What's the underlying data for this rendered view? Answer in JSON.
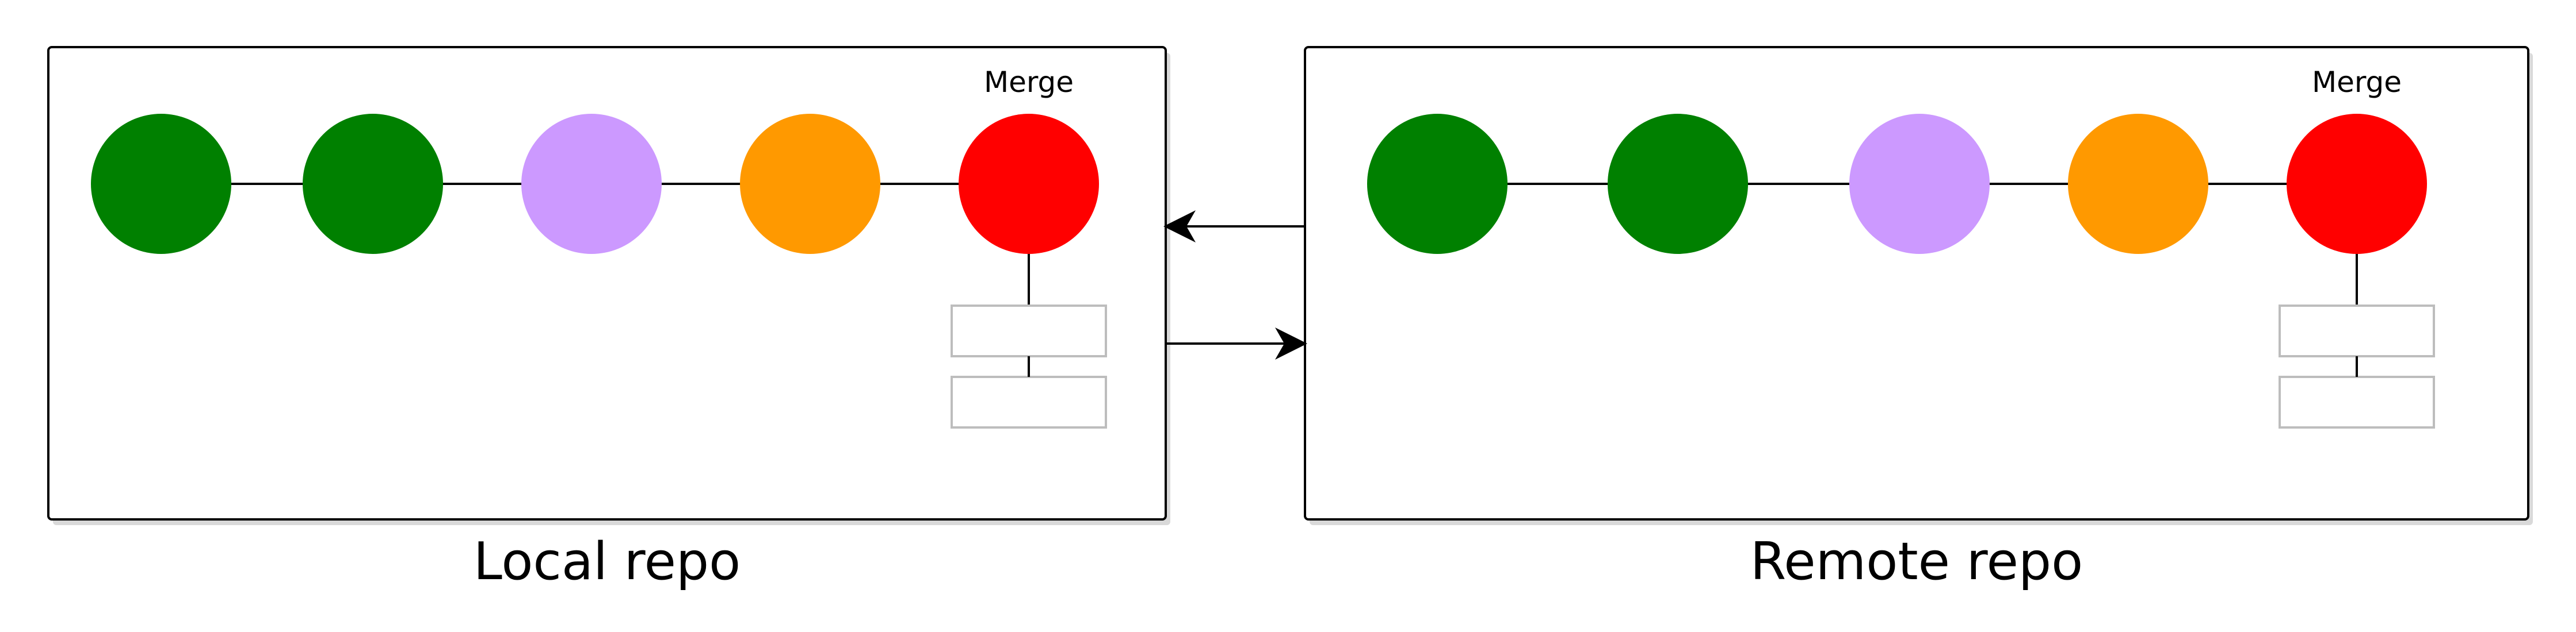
{
  "colors": {
    "green": "#008000",
    "purple": "#cc99ff",
    "orange": "#ff9900",
    "red": "#ff0000",
    "tag_border": "#bdbdbd"
  },
  "local": {
    "label": "Local repo",
    "merge_label": "Merge",
    "commits": [
      "green",
      "green",
      "purple",
      "orange",
      "red"
    ]
  },
  "remote": {
    "label": "Remote repo",
    "merge_label": "Merge",
    "commits": [
      "green",
      "green",
      "purple",
      "orange",
      "red"
    ]
  },
  "arrows": [
    "remote-to-local",
    "local-to-remote"
  ]
}
